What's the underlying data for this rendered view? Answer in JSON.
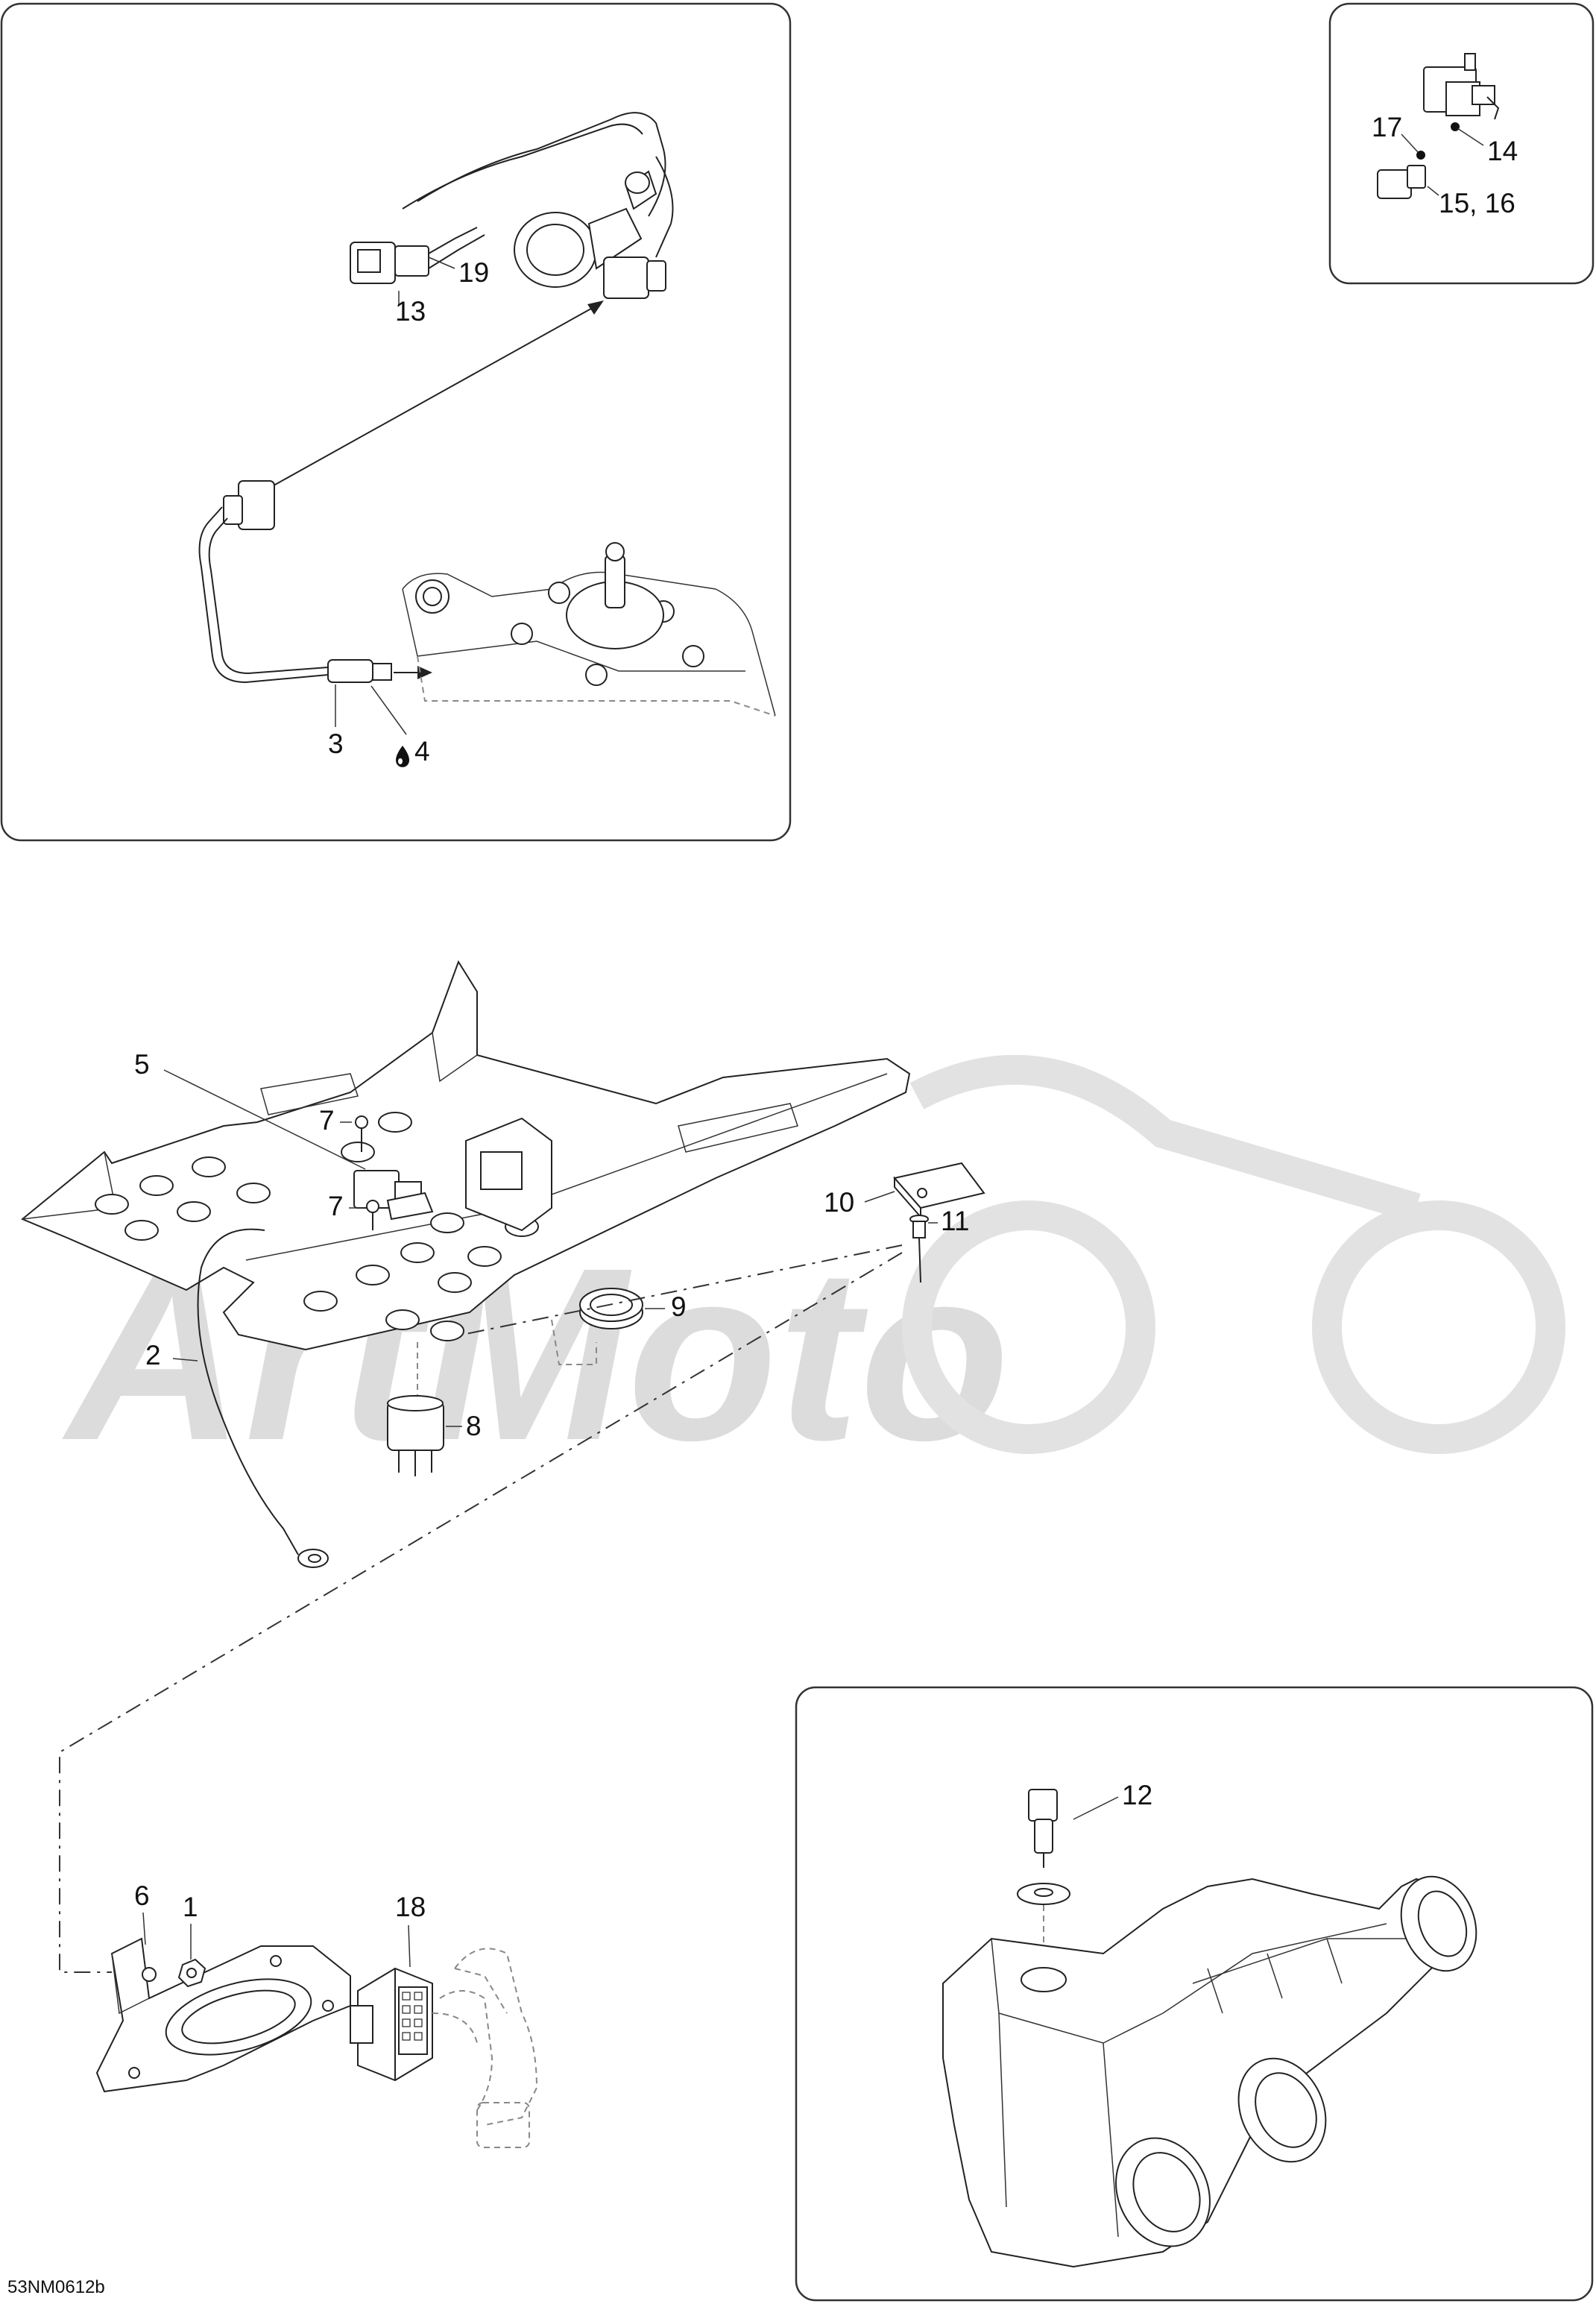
{
  "diagram": {
    "image_code": "53NM0612b",
    "watermark": "ArtMoto",
    "callouts": {
      "c1": "1",
      "c2": "2",
      "c3": "3",
      "c4": "4",
      "c5": "5",
      "c6": "6",
      "c7a": "7",
      "c7b": "7",
      "c8": "8",
      "c9": "9",
      "c10": "10",
      "c11": "11",
      "c12": "12",
      "c13": "13",
      "c14": "14",
      "c15": "15, 16",
      "c17": "17",
      "c18": "18",
      "c19": "19"
    },
    "icons": {
      "drop": "liquid-drop-icon"
    }
  }
}
